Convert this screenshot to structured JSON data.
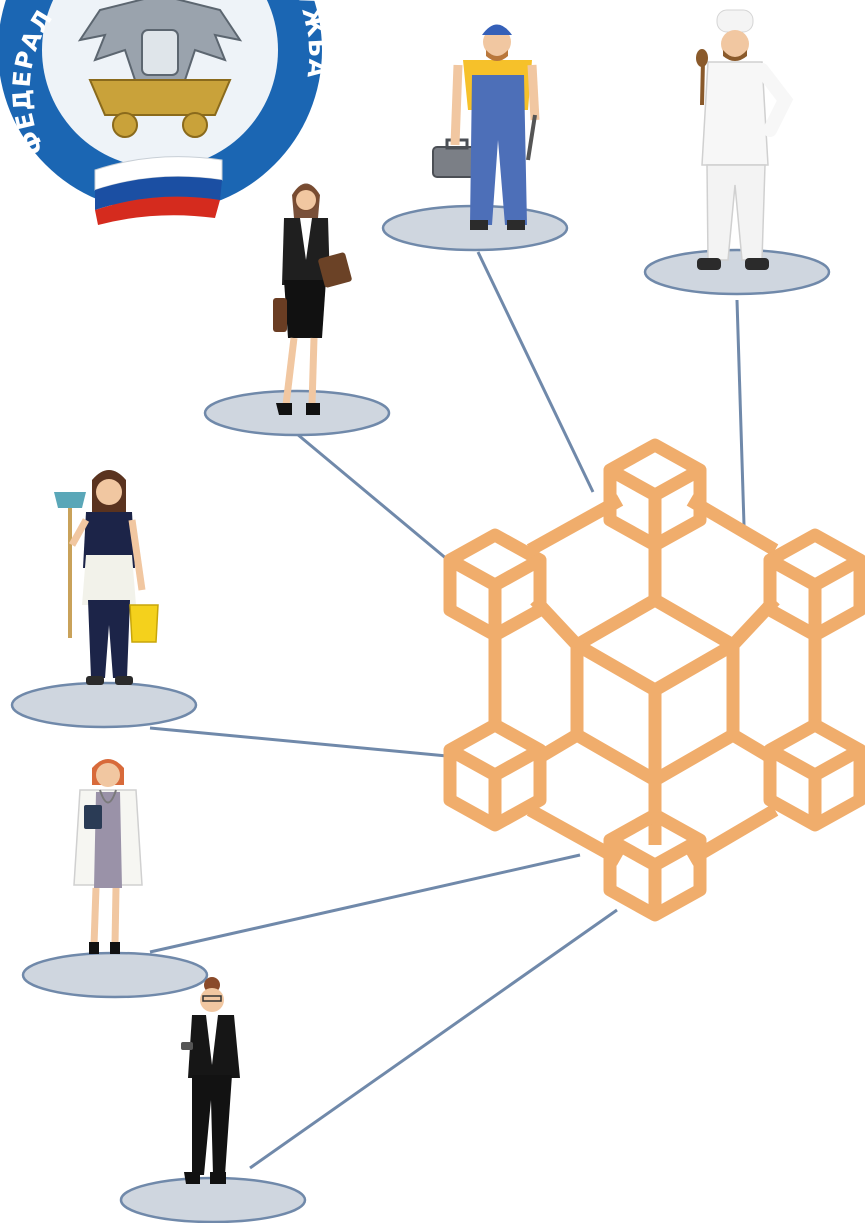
{
  "emblem": {
    "text_left": "ФЕДЕРАЛ",
    "text_right": "СЛУЖБА",
    "ring_color": "#1b66b3",
    "flag_colors": [
      "#ffffff",
      "#1b4fa3",
      "#d52b1e"
    ]
  },
  "network": {
    "icon": "blockchain-cubes-icon",
    "color": "#f0ad6c",
    "connector_color": "#7089aa"
  },
  "platform_color": "#cfd6df",
  "people": [
    {
      "name": "worker",
      "icon": "worker-icon"
    },
    {
      "name": "chef",
      "icon": "chef-icon"
    },
    {
      "name": "businesswoman",
      "icon": "businesswoman-icon"
    },
    {
      "name": "cleaner",
      "icon": "cleaner-icon"
    },
    {
      "name": "doctor",
      "icon": "doctor-icon"
    },
    {
      "name": "office-woman",
      "icon": "office-woman-icon"
    }
  ]
}
